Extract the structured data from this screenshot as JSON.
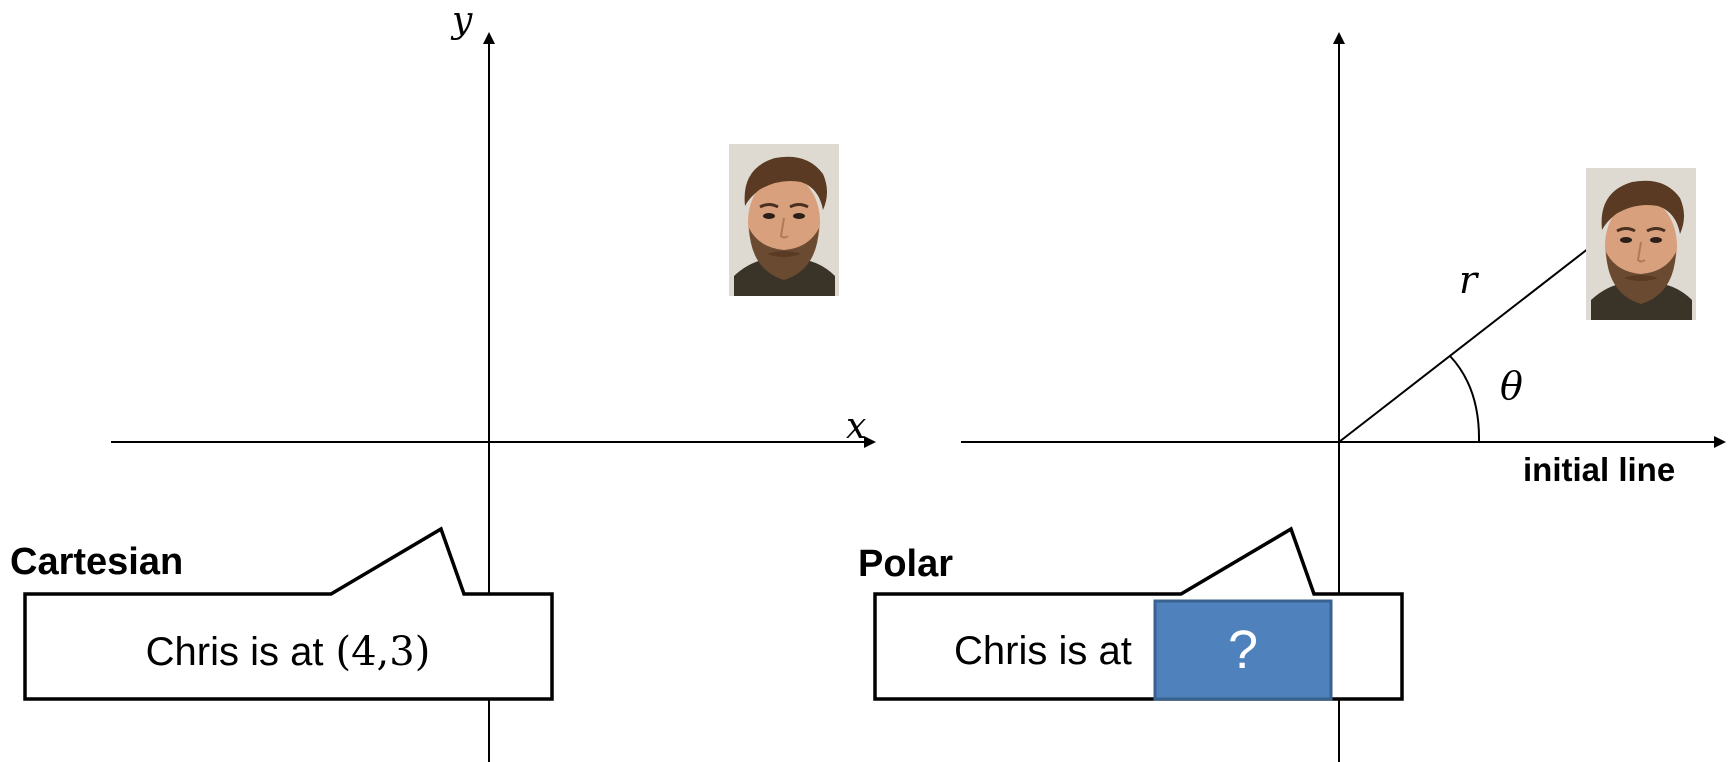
{
  "cartesian": {
    "title": "Cartesian",
    "x_axis_label": "x",
    "y_axis_label": "y",
    "callout_text": "Chris is at",
    "coordinates": "(4,3)",
    "photo_name": "chris-photo"
  },
  "polar": {
    "title": "Polar",
    "radius_label": "r",
    "angle_label": "θ",
    "initial_line_label": "initial line",
    "callout_text": "Chris is at",
    "hidden_answer": "?",
    "photo_name": "chris-photo"
  },
  "colors": {
    "line": "#000000",
    "answer_box_fill": "#4f81bd",
    "answer_box_stroke": "#3a6290",
    "answer_text": "#ffffff",
    "skin": "#d9a07d",
    "hair": "#5a3a22",
    "beard": "#6b4a32",
    "shirt": "#3a3328"
  }
}
